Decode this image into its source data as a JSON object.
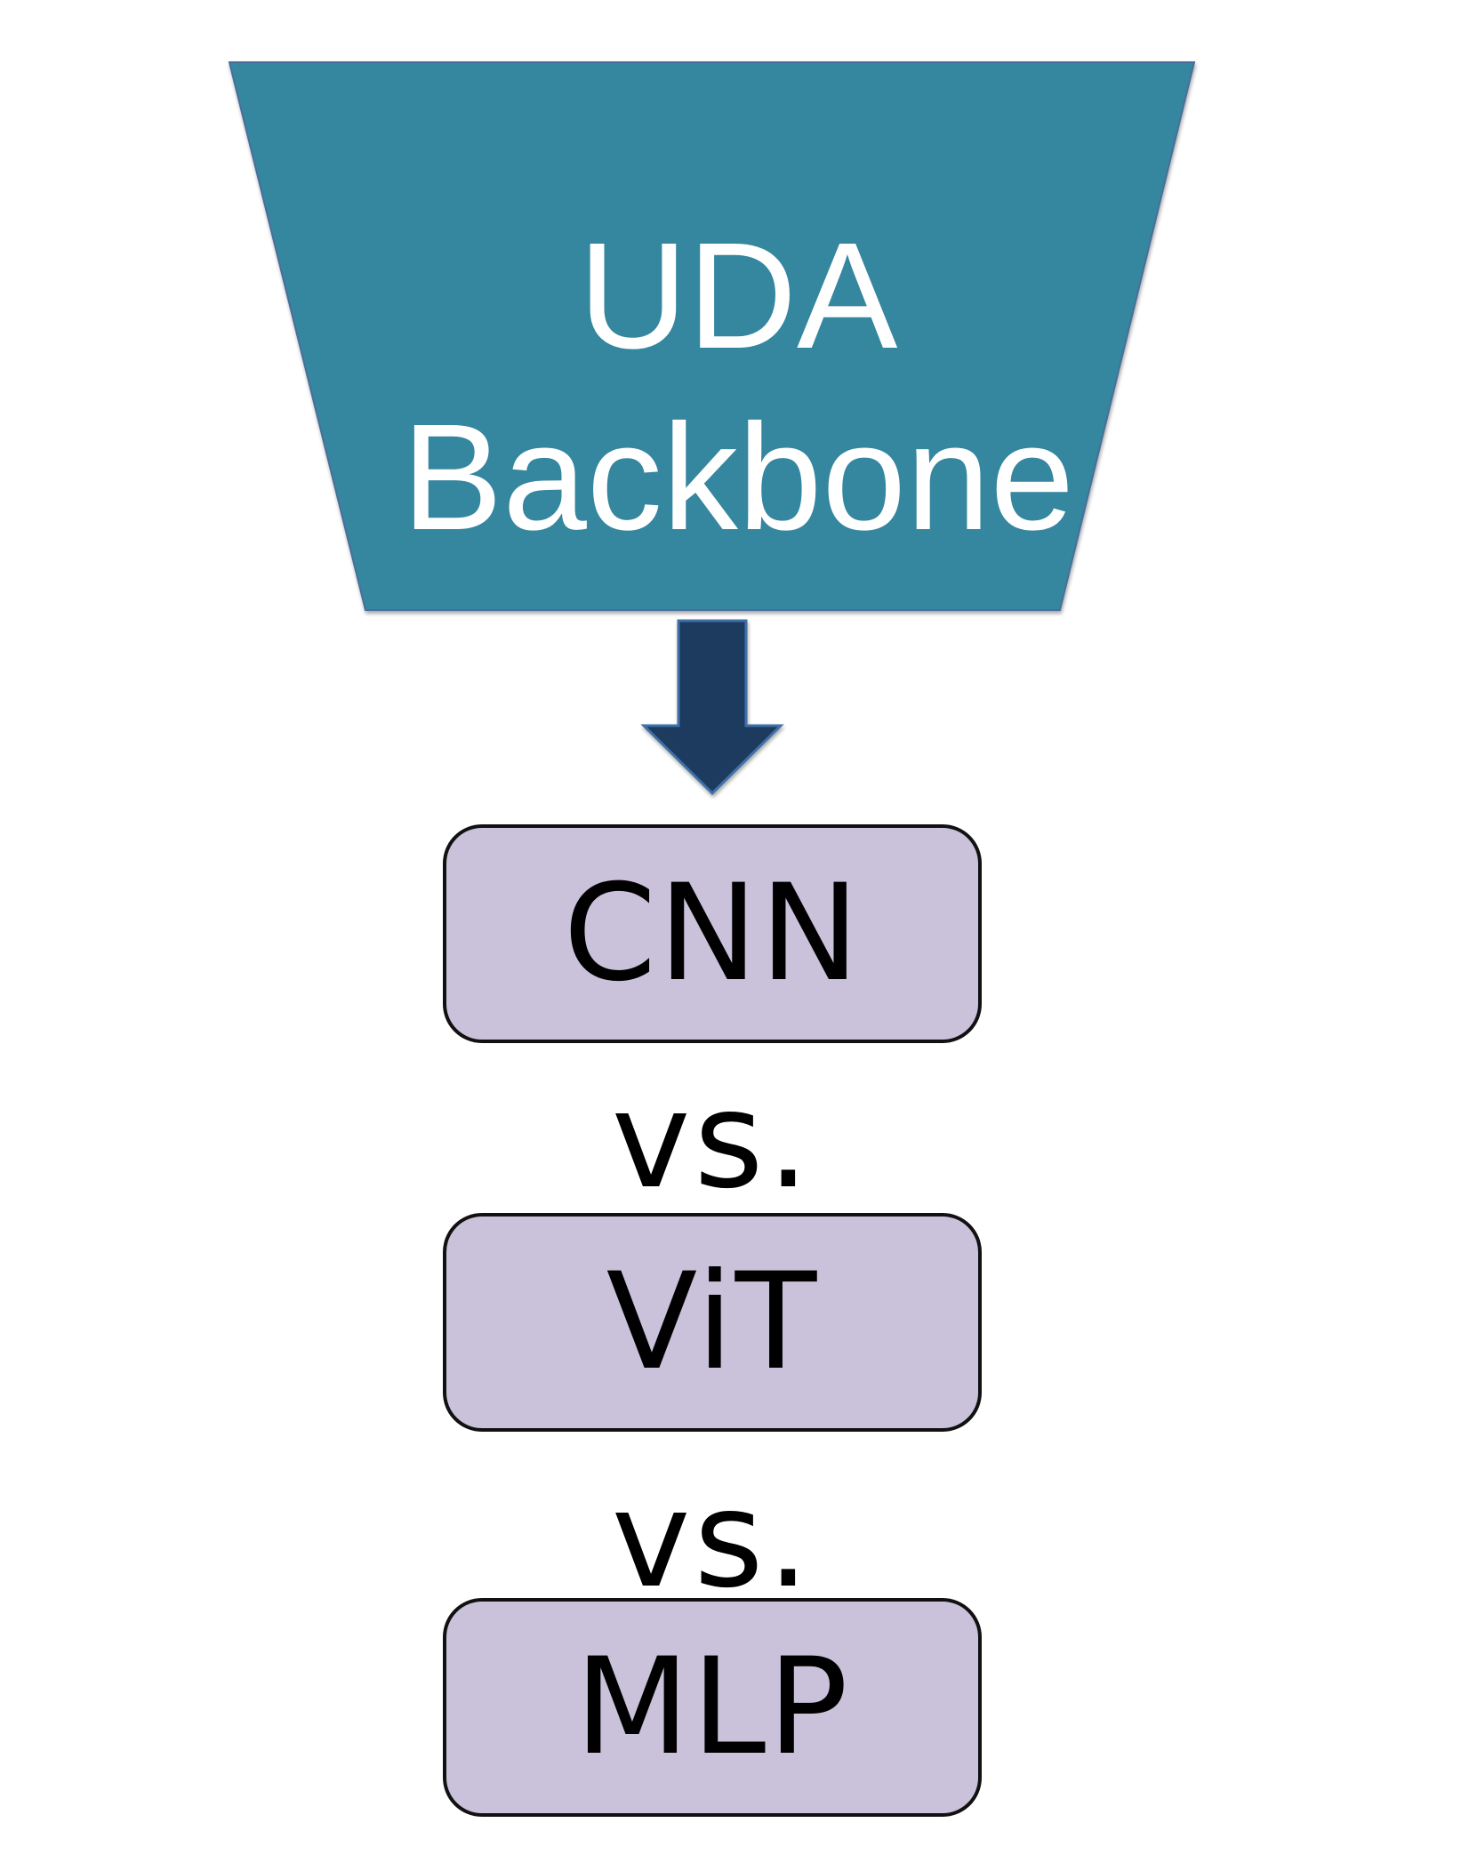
{
  "diagram": {
    "backbone": {
      "line1": "UDA",
      "line2": "Backbone",
      "fill_color": "#35869f",
      "text_color": "#ffffff"
    },
    "arrow": {
      "color": "#1c3a5e"
    },
    "options": [
      {
        "label": "CNN"
      },
      {
        "label": "ViT"
      },
      {
        "label": "MLP"
      }
    ],
    "separators": [
      "vs.",
      "vs."
    ],
    "box_fill_color": "#cac1da"
  }
}
